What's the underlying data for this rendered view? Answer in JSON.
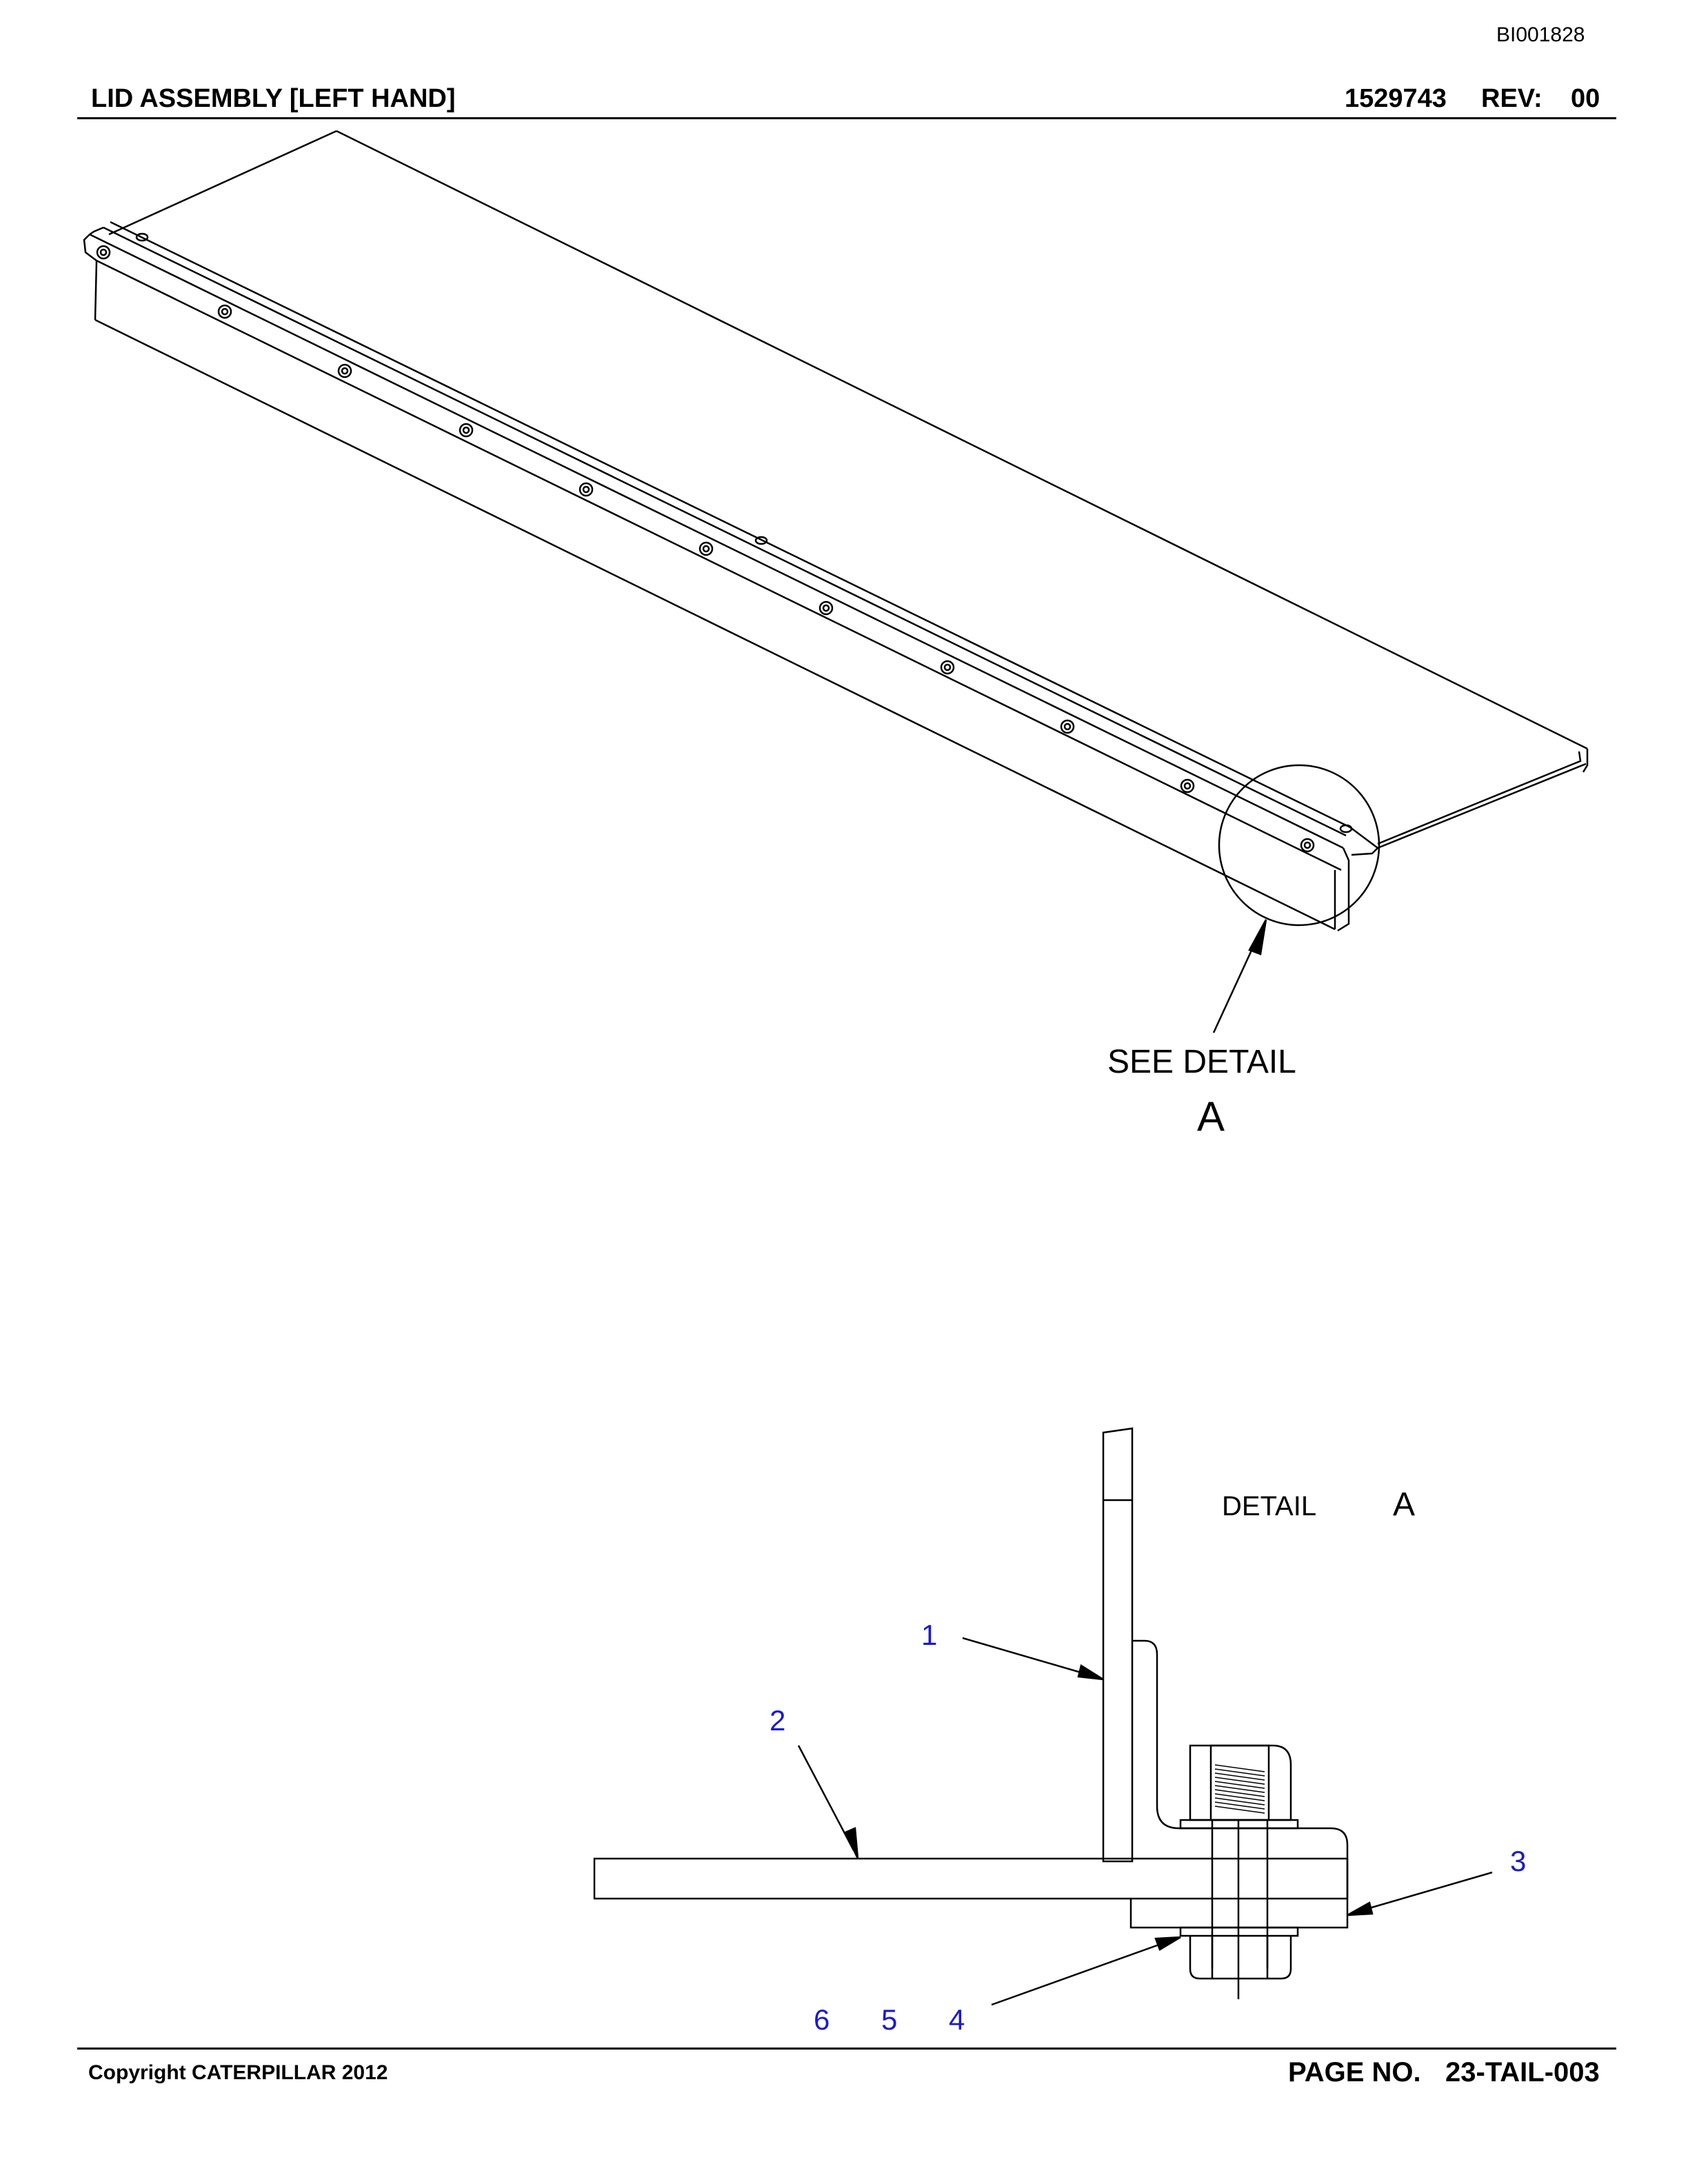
{
  "header": {
    "doc_id": "BI001828",
    "title": "LID ASSEMBLY [LEFT HAND]",
    "part_number": "1529743",
    "rev_label": "REV:",
    "rev_value": "00"
  },
  "views": {
    "see_detail_label": "SEE DETAIL",
    "see_detail_letter": "A",
    "detail_label": "DETAIL",
    "detail_letter": "A"
  },
  "callouts": [
    "1",
    "2",
    "3",
    "4",
    "5",
    "6"
  ],
  "footer": {
    "copyright": "Copyright CATERPILLAR 2012",
    "page_label": "PAGE NO.",
    "page_value": "23-TAIL-003"
  },
  "colors": {
    "callout": "#1a1acc",
    "line": "#000000"
  }
}
